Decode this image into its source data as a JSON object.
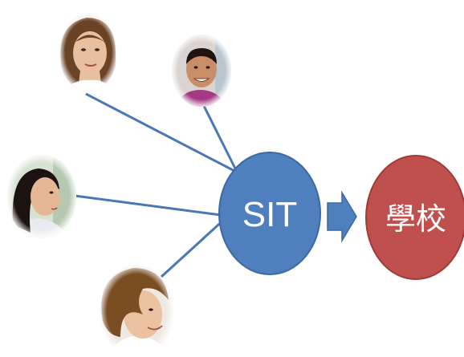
{
  "diagram": {
    "center_node": {
      "label": "SIT",
      "fill": "#4f7fbd",
      "stroke": "#3c68a3"
    },
    "target_node": {
      "label": "學校",
      "fill": "#c0504d",
      "stroke": "#9e3b38"
    },
    "arrow": {
      "fill": "#4f7fbd",
      "direction": "right"
    },
    "connector_color": "#4a78b5",
    "people": [
      {
        "name": "woman-portrait-top-left",
        "skin": "#e8c0a0",
        "hair": "#6a4224",
        "shirt": "#ffffff"
      },
      {
        "name": "man-portrait-top-right",
        "skin": "#c98e68",
        "hair": "#1e1410",
        "shirt": "#a43a86"
      },
      {
        "name": "woman-profile-portrait-left",
        "skin": "#e4b896",
        "hair": "#1c1310",
        "shirt": "#e9ecef"
      },
      {
        "name": "young-man-portrait-bottom",
        "skin": "#eac2a0",
        "hair": "#7a4d22",
        "shirt": "#ffffff"
      }
    ]
  }
}
